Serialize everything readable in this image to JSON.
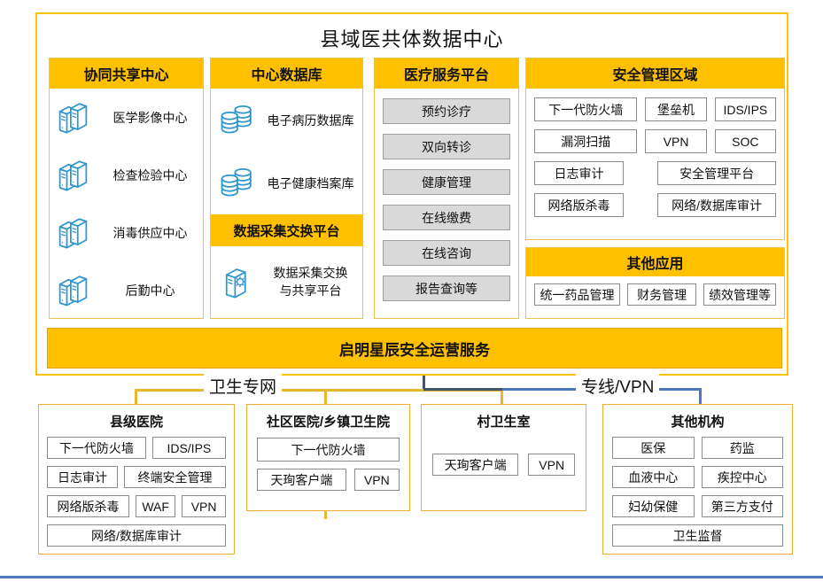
{
  "title": "县域医共体数据中心",
  "collab": {
    "header": "协同共享中心",
    "items": [
      "医学影像中心",
      "检查检验中心",
      "消毒供应中心",
      "后勤中心"
    ]
  },
  "central_db": {
    "header": "中心数据库",
    "items": [
      "电子病历数据库",
      "电子健康档案库"
    ],
    "sub_header": "数据采集交换平台",
    "platform_line1": "数据采集交换",
    "platform_line2": "与共享平台"
  },
  "medical": {
    "header": "医疗服务平台",
    "items": [
      "预约诊疗",
      "双向转诊",
      "健康管理",
      "在线缴费",
      "在线咨询",
      "报告查询等"
    ]
  },
  "security": {
    "header": "安全管理区域",
    "r1": [
      "下一代防火墙",
      "堡垒机",
      "IDS/IPS"
    ],
    "r2": [
      "漏洞扫描",
      "VPN",
      "SOC"
    ],
    "r3": [
      "日志审计",
      "安全管理平台"
    ],
    "r4": [
      "网络版杀毒",
      "网络/数据库审计"
    ]
  },
  "other_apps": {
    "header": "其他应用",
    "items": [
      "统一药品管理",
      "财务管理",
      "绩效管理等"
    ]
  },
  "service_bar": "启明星辰安全运营服务",
  "links": {
    "left": "卫生专网",
    "right": "专线/VPN"
  },
  "county": {
    "header": "县级医院",
    "r1": [
      "下一代防火墙",
      "IDS/IPS"
    ],
    "r2": [
      "日志审计",
      "终端安全管理"
    ],
    "r3": [
      "网络版杀毒",
      "WAF",
      "VPN"
    ],
    "r4": "网络/数据库审计"
  },
  "community": {
    "header": "社区医院/乡镇卫生院",
    "r1": "下一代防火墙",
    "r2": [
      "天珣客户端",
      "VPN"
    ]
  },
  "village": {
    "header": "村卫生室",
    "items": [
      "天珣客户端",
      "VPN"
    ]
  },
  "other_org": {
    "header": "其他机构",
    "r1": [
      "医保",
      "药监"
    ],
    "r2": [
      "血液中心",
      "疾控中心"
    ],
    "r3": [
      "妇幼保健",
      "第三方支付"
    ],
    "r4": "卫生监督"
  },
  "colors": {
    "accent": "#FFC000",
    "icon_blue": "#2E96CE",
    "line_blue": "#4E79B8",
    "line_dark": "#44546A",
    "line_yellow": "#E8B62F",
    "button_gray": "#D9D9D9"
  }
}
